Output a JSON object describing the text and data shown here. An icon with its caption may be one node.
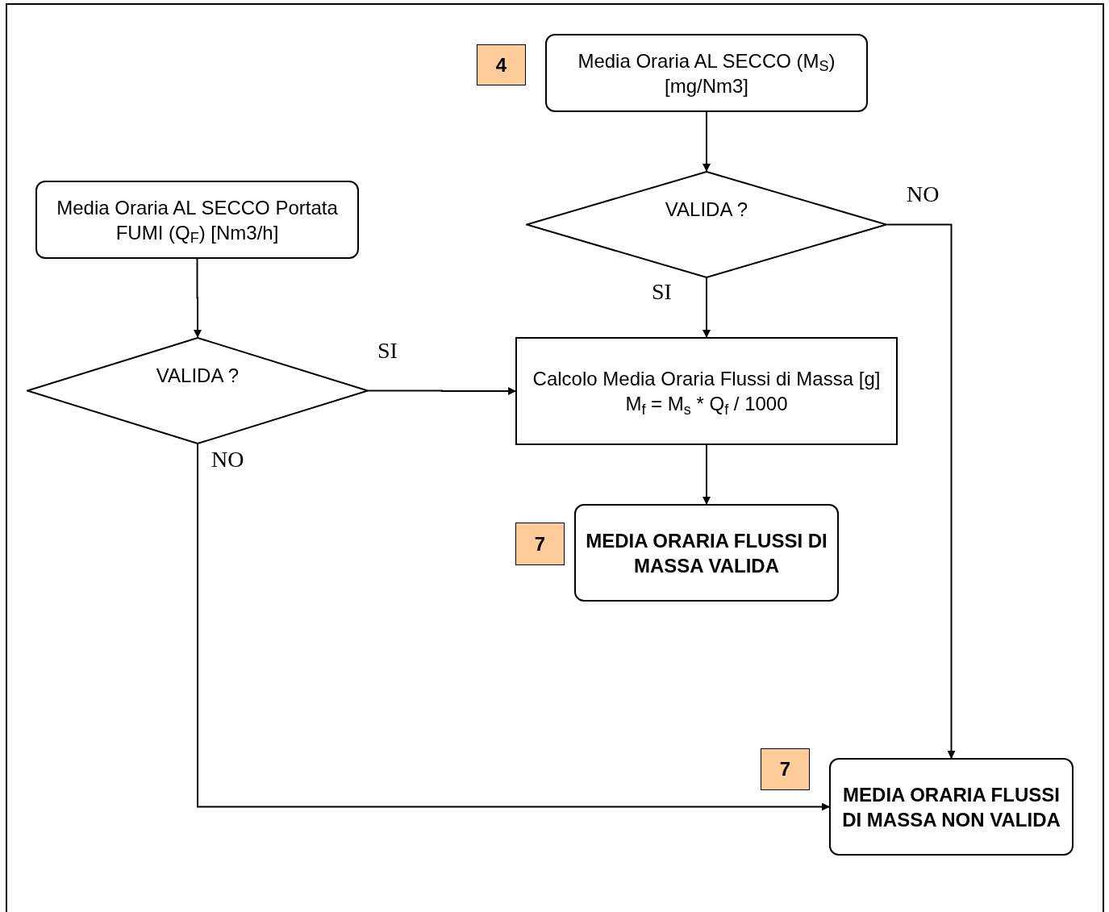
{
  "diagram": {
    "nodes": [
      {
        "text": [
          "4"
        ]
      },
      {
        "text": [
          "Media Oraria AL SECCO (M$_{S}$) [mg/Nm3]"
        ]
      },
      {
        "text": [
          "VALIDA ?"
        ]
      },
      {
        "text": [
          "Media Oraria AL SECCO Portata FUMI (Q$_{F}$) [Nm3/h]"
        ]
      },
      {
        "text": [
          "VALIDA ?"
        ]
      },
      {
        "text": [
          "Calcolo Media Oraria Flussi di Massa [g]",
          "M$_{f}$ = M$_{s}$ * Q$_{f}$ / 1000"
        ]
      },
      {
        "text": [
          "7"
        ]
      },
      {
        "text": [
          "MEDIA ORARIA FLUSSI DI MASSA VALIDA"
        ]
      },
      {
        "text": [
          "7"
        ]
      },
      {
        "text": [
          "MEDIA ORARIA FLUSSI DI MASSA NON VALIDA"
        ]
      }
    ],
    "edges": [
      {
        "from": 1,
        "to": 2,
        "arrow": "to"
      },
      {
        "from": 2,
        "to": 5,
        "arrow": "to",
        "label": "SI"
      },
      {
        "from": 2,
        "to": 9,
        "arrow": "to",
        "label": "NO"
      },
      {
        "from": 3,
        "to": 4,
        "arrow": "to"
      },
      {
        "from": 4,
        "to": 5,
        "arrow": "to",
        "label": "SI"
      },
      {
        "from": 4,
        "to": 9,
        "arrow": "to",
        "label": "NO"
      },
      {
        "from": 5,
        "to": 7,
        "arrow": "to"
      }
    ]
  }
}
